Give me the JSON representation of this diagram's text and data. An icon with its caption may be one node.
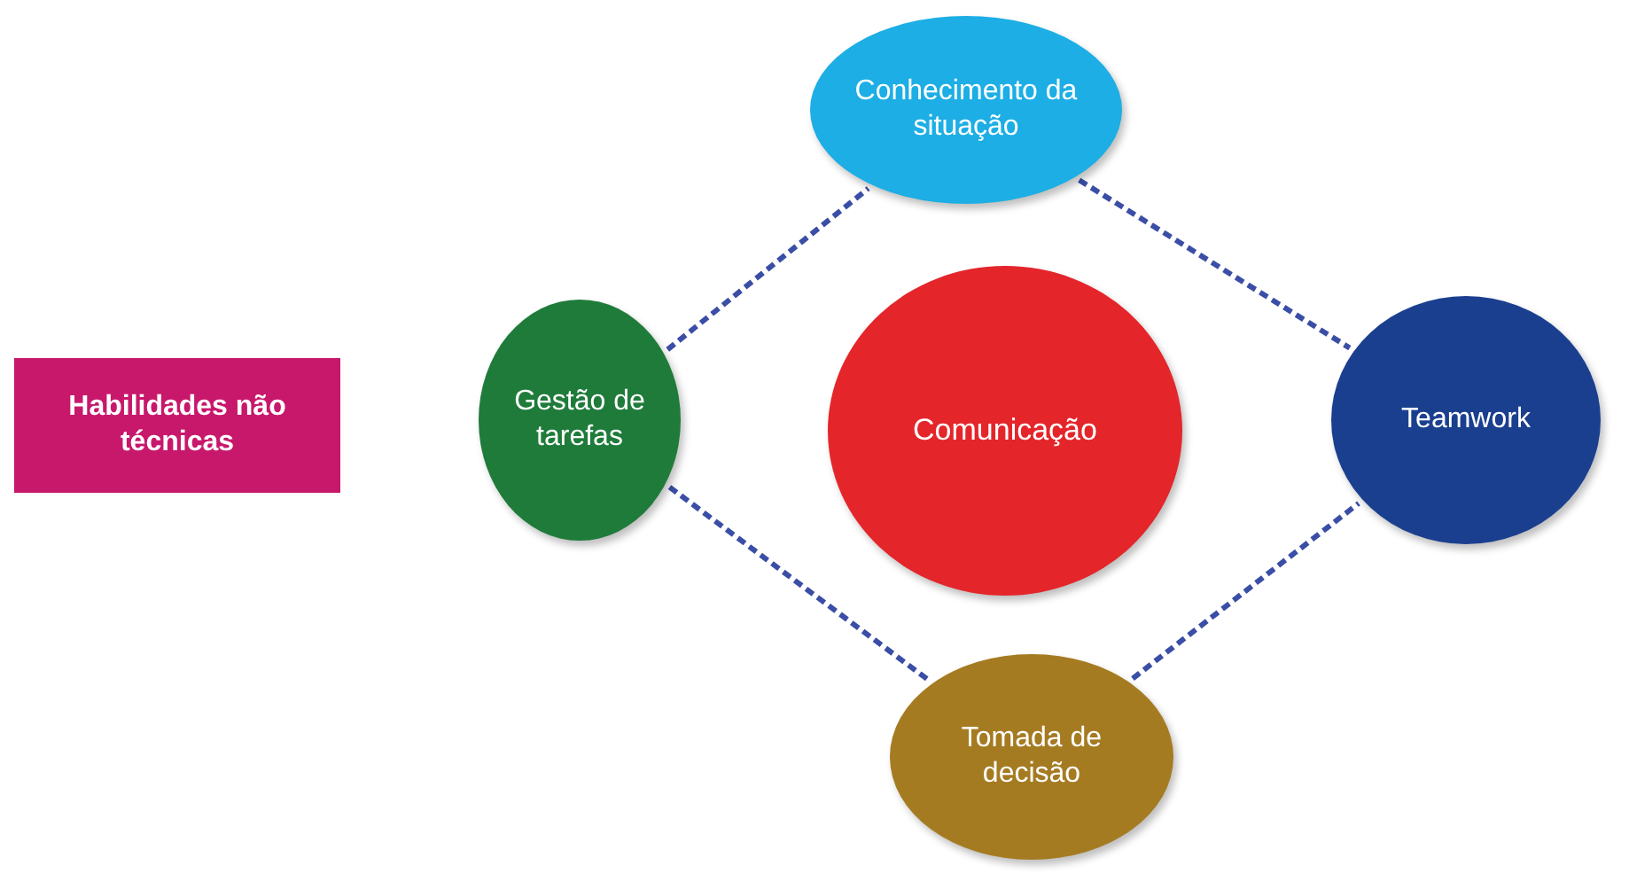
{
  "diagram": {
    "nodes": [
      {
        "text": [
          "Habilidades não técnicas"
        ]
      },
      {
        "text": [
          "Conhecimento da situação"
        ]
      },
      {
        "text": [
          "Gestão de tarefas"
        ]
      },
      {
        "text": [
          "Comunicação"
        ]
      },
      {
        "text": [
          "Teamwork"
        ]
      },
      {
        "text": [
          "Tomada de decisão"
        ]
      }
    ],
    "edges": [
      {
        "from": 2,
        "to": 1,
        "arrow": "none",
        "style": "dashed"
      },
      {
        "from": 1,
        "to": 4,
        "arrow": "none",
        "style": "dashed"
      },
      {
        "from": 2,
        "to": 5,
        "arrow": "none",
        "style": "dashed"
      },
      {
        "from": 5,
        "to": 4,
        "arrow": "none",
        "style": "dashed"
      }
    ]
  }
}
